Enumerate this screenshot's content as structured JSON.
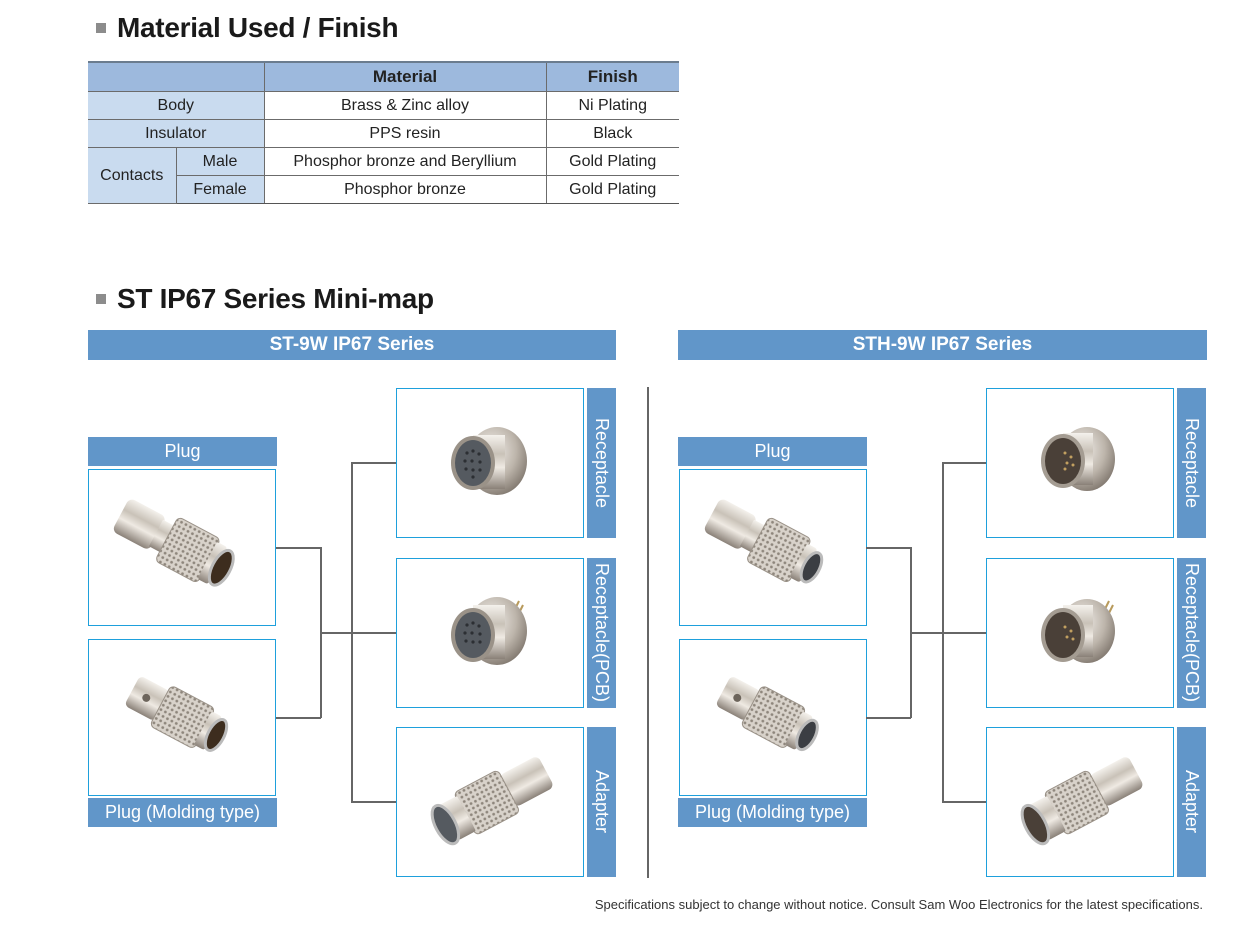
{
  "material_section": {
    "title": "Material Used / Finish",
    "table": {
      "headers": [
        "",
        "Material",
        "Finish"
      ],
      "rows": [
        {
          "part": "Body",
          "sub": "",
          "material": "Brass & Zinc alloy",
          "finish": "Ni Plating"
        },
        {
          "part": "Insulator",
          "sub": "",
          "material": "PPS resin",
          "finish": "Black"
        },
        {
          "part": "Contacts",
          "sub": "Male",
          "material": "Phosphor bronze and Beryllium",
          "finish": "Gold Plating"
        },
        {
          "part": "Contacts",
          "sub": "Female",
          "material": "Phosphor bronze",
          "finish": "Gold Plating"
        }
      ]
    }
  },
  "minimap_section": {
    "title": "ST IP67 Series Mini-map",
    "series": [
      {
        "name": "ST-9W IP67 Series",
        "plug_label": "Plug",
        "plug_molding_label": "Plug (Molding type)",
        "right_labels": [
          "Receptacle",
          "Receptacle(PCB)",
          "Adapter"
        ],
        "images": {
          "plug": "plug-connector-male-icon",
          "plug_molding": "plug-molding-connector-male-icon",
          "receptacle": "receptacle-female-icon",
          "receptacle_pcb": "receptacle-pcb-female-icon",
          "adapter": "adapter-female-icon"
        }
      },
      {
        "name": "STH-9W IP67 Series",
        "plug_label": "Plug",
        "plug_molding_label": "Plug (Molding type)",
        "right_labels": [
          "Receptacle",
          "Receptacle(PCB)",
          "Adapter"
        ],
        "images": {
          "plug": "plug-connector-female-icon",
          "plug_molding": "plug-molding-connector-female-icon",
          "receptacle": "receptacle-male-icon",
          "receptacle_pcb": "receptacle-pcb-male-icon",
          "adapter": "adapter-male-icon"
        }
      }
    ]
  },
  "footnote": "Specifications subject to change without notice. Consult Sam Woo Electronics for the latest specifications."
}
